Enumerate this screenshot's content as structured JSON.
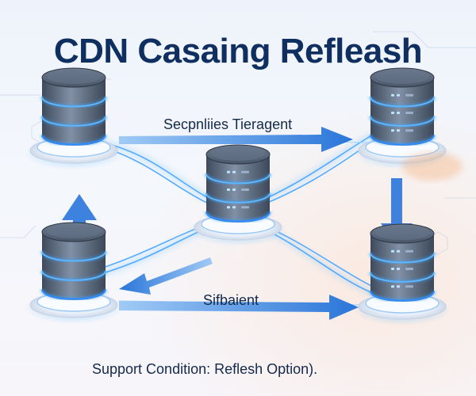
{
  "title": "CDN Casaing Refleash",
  "labels": {
    "top_arrow": "Secpnliies Tieragent",
    "mid_arrow": "Sifbaient",
    "footer": "Support Condition: Reflesh Option)."
  },
  "colors": {
    "title": "#0f2f60",
    "arrow": "#2f7fe0",
    "glow": "#6fc3ff",
    "server_body": "#5d6b80",
    "server_ring": "#3aa6ff",
    "accent_warm": "#f6a86a"
  },
  "nodes": [
    {
      "name": "server-top-left"
    },
    {
      "name": "server-top-right"
    },
    {
      "name": "server-center"
    },
    {
      "name": "server-bottom-left"
    },
    {
      "name": "server-bottom-right"
    }
  ]
}
